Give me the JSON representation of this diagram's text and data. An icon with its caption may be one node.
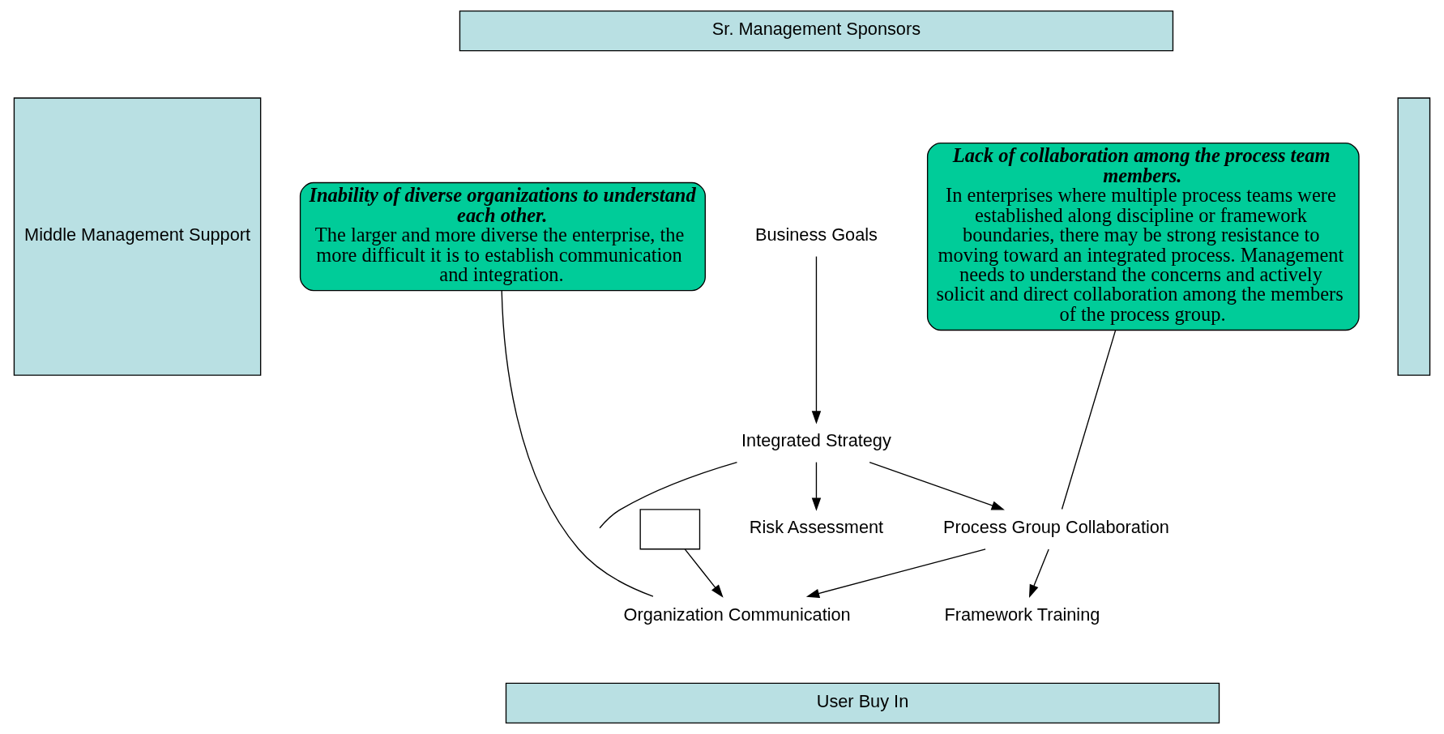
{
  "diagram": {
    "nodes": [
      {
        "text": [
          "Sr. Management Sponsors"
        ]
      },
      {
        "text": [
          "Middle Management Support"
        ]
      },
      {
        "text": [
          "Business Goals"
        ]
      },
      {
        "text": [
          "Integrated Strategy"
        ]
      },
      {
        "text": [
          "Risk Assessment"
        ]
      },
      {
        "text": [
          "Process Group Collaboration"
        ]
      },
      {
        "text": [],
        "shape": "box"
      },
      {
        "text": [
          "Organization Communication"
        ]
      },
      {
        "text": [
          "Framework Training"
        ]
      },
      {
        "text": [],
        "shape": "bar"
      },
      {
        "text": [
          "User Buy In"
        ]
      },
      {
        "text": [
          "Inability of diverse organizations to understand each other.",
          "The larger and more diverse the enterprise, the more difficult it is to establish communication and integration."
        ]
      },
      {
        "text": [
          "Lack of collaboration among the process team members.",
          "In enterprises where multiple process teams were established along discipline or framework boundaries, there may be strong resistance to moving toward an integrated process. Management needs to understand the concerns and actively solicit and direct collaboration among the members of the process group."
        ]
      }
    ],
    "edges": [
      {
        "from": 2,
        "to": 3,
        "arrow": "to"
      },
      {
        "from": 3,
        "to": 4,
        "arrow": "to"
      },
      {
        "from": 3,
        "to": 5,
        "arrow": "to"
      },
      {
        "from": 3,
        "to": null,
        "arrow": "none"
      },
      {
        "from": 5,
        "to": 7,
        "arrow": "to"
      },
      {
        "from": 5,
        "to": 8,
        "arrow": "to"
      },
      {
        "from": 6,
        "to": 7,
        "arrow": "to"
      },
      {
        "from": 11,
        "to": 7,
        "arrow": "none"
      },
      {
        "from": 12,
        "to": 5,
        "arrow": "none"
      }
    ]
  }
}
